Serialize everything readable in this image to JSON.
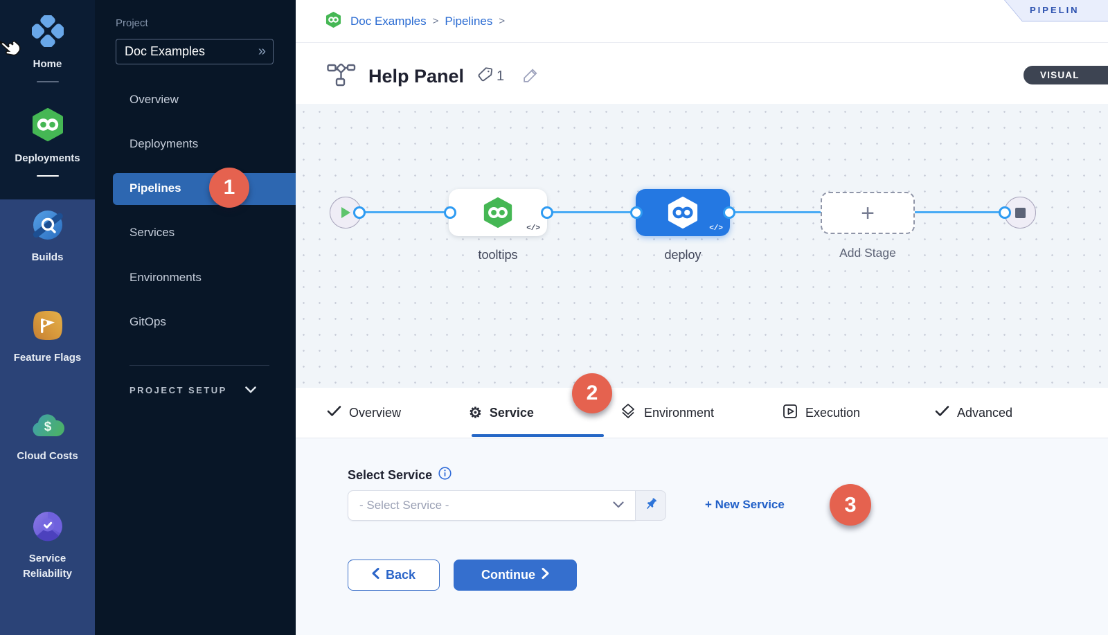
{
  "colors": {
    "rail_dark": "#0b1c33",
    "rail_light": "#2b4377",
    "sidebar_bg": "#081627",
    "selected_nav_blue": "#2d67b1",
    "accent_blue": "#2567c6",
    "badge_red": "#e5624f",
    "canvas_bg": "#f1f5f9",
    "deploy_node_blue": "#2478e2",
    "connector_blue": "#47aaf5",
    "harness_green": "#45b754",
    "link_blue": "#2a6bd2"
  },
  "rail": {
    "modules": [
      {
        "label": "Home"
      },
      {
        "label": "Deployments"
      },
      {
        "label": "Builds"
      },
      {
        "label": "Feature Flags"
      },
      {
        "label": "Cloud Costs"
      },
      {
        "label": "Service Reliability",
        "line1": "Service",
        "line2": "Reliability"
      }
    ]
  },
  "sidebar": {
    "project_label": "Project",
    "project_name": "Doc Examples",
    "expand_glyph": "»",
    "items": [
      {
        "label": "Overview"
      },
      {
        "label": "Deployments"
      },
      {
        "label": "Pipelines",
        "selected": true
      },
      {
        "label": "Services"
      },
      {
        "label": "Environments"
      },
      {
        "label": "GitOps"
      }
    ],
    "section_label": "PROJECT SETUP"
  },
  "breadcrumb": {
    "items": [
      {
        "label": "Doc Examples"
      },
      {
        "label": "Pipelines"
      }
    ],
    "separator": ">"
  },
  "header": {
    "title": "Help Panel",
    "tag_count": "1",
    "visual_toggle_label": "VISUAL",
    "studio_banner_label": "PIPELIN"
  },
  "canvas": {
    "code_glyph": "</>",
    "nodes": [
      {
        "label": "tooltips"
      },
      {
        "label": "deploy"
      },
      {
        "label": "Add Stage"
      }
    ],
    "add_stage_plus": "+"
  },
  "tabs": [
    {
      "label": "Overview"
    },
    {
      "label": "Service",
      "active": true
    },
    {
      "label": "Environment"
    },
    {
      "label": "Execution"
    },
    {
      "label": "Advanced"
    }
  ],
  "annotations": {
    "badge1": "1",
    "badge2": "2",
    "badge3": "3"
  },
  "panel": {
    "select_service_label": "Select Service",
    "select_placeholder": "- Select Service -",
    "new_service_label": "+ New Service",
    "back_label": "Back",
    "continue_label": "Continue"
  }
}
